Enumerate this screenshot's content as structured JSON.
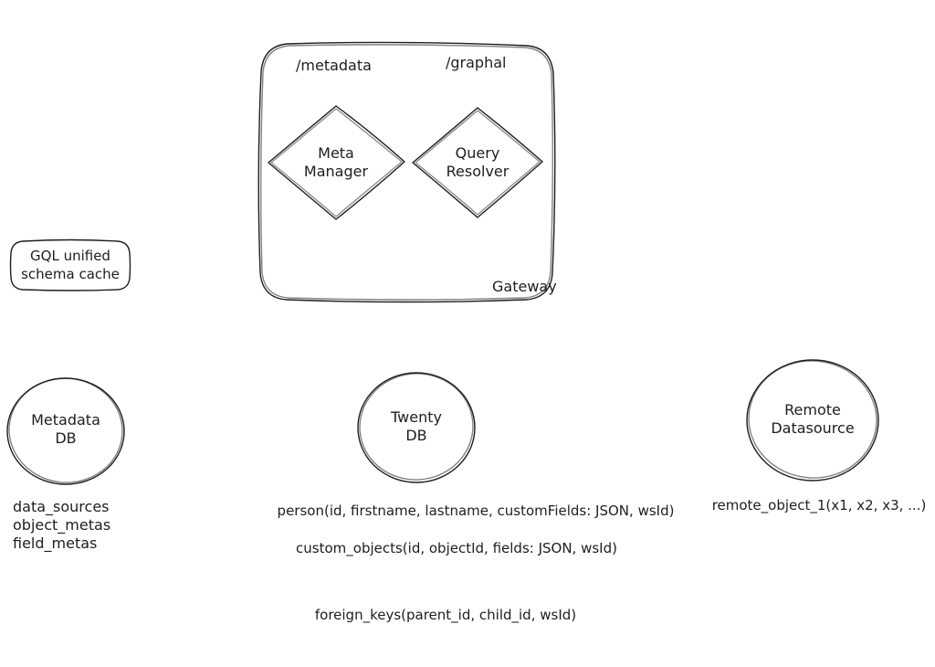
{
  "canvas": {
    "background": "#ffffff",
    "stroke_color": "#1e1e1e"
  },
  "gateway": {
    "label": "Gateway",
    "routes": [
      {
        "label": "/metadata"
      },
      {
        "label": "/graphal"
      }
    ],
    "nodes": [
      {
        "label": "Meta\nManager"
      },
      {
        "label": "Query\nResolver"
      }
    ]
  },
  "cache": {
    "label": "GQL unified\nschema cache"
  },
  "databases": [
    {
      "label": "Metadata\nDB",
      "tables": [
        "data_sources",
        "object_metas",
        "field_metas"
      ]
    },
    {
      "label": "Twenty\nDB",
      "tables": [
        "person(id, firstname, lastname, customFields: JSON, wsId)",
        "custom_objects(id, objectId, fields: JSON, wsId)",
        "foreign_keys(parent_id, child_id, wsId)"
      ]
    },
    {
      "label": "Remote\nDatasource",
      "tables": [
        "remote_object_1(x1, x2, x3, ...)"
      ]
    }
  ]
}
